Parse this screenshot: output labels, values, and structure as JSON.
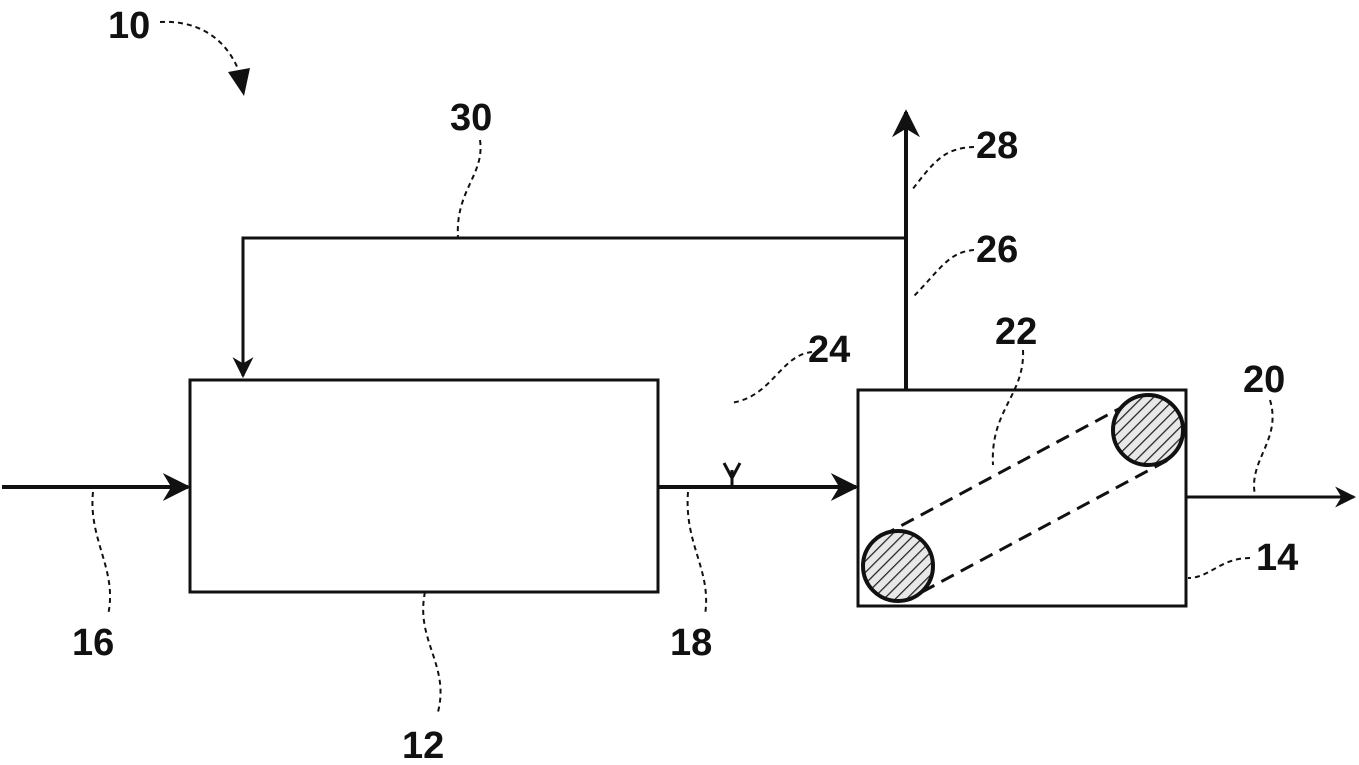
{
  "diagram": {
    "labels": {
      "system": "10",
      "reactor": "12",
      "separator": "14",
      "feed_line": "16",
      "reactor_outlet": "18",
      "product_outlet": "20",
      "roller_element": "22",
      "injection_point": "24",
      "overhead_line": "26",
      "vent_line": "28",
      "recycle_line": "30"
    },
    "colors": {
      "line": "#111111",
      "hatch_fill": "#dcdcdc",
      "background": "#ffffff"
    }
  }
}
